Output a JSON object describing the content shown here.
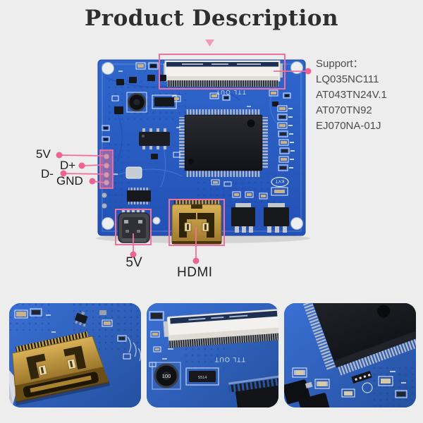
{
  "title": {
    "text": "Product Description"
  },
  "support": {
    "label": "Support：",
    "models": [
      "LQ035NC111",
      "AT043TN24V.1",
      "AT070TN92",
      "EJ070NA-01J"
    ]
  },
  "pin_labels": {
    "v5": "5V",
    "dplus": "D+",
    "dminus": "D-",
    "gnd": "GND"
  },
  "port_labels": {
    "usb_power": "5V",
    "hdmi": "HDMI"
  },
  "board_silkscreen": {
    "ttl_out": "TTL OUT",
    "logo": "KYT",
    "ic_marking": "S514"
  },
  "photos": {
    "closeup_ffc_silkscreen": "TTL OUT",
    "closeup_inductor_value": "100"
  },
  "colors": {
    "background": "#EDEDED",
    "annotation_pink": "#F0719F",
    "pcb_blue": "#2B5FC6",
    "title_text": "#2E2E2E"
  }
}
